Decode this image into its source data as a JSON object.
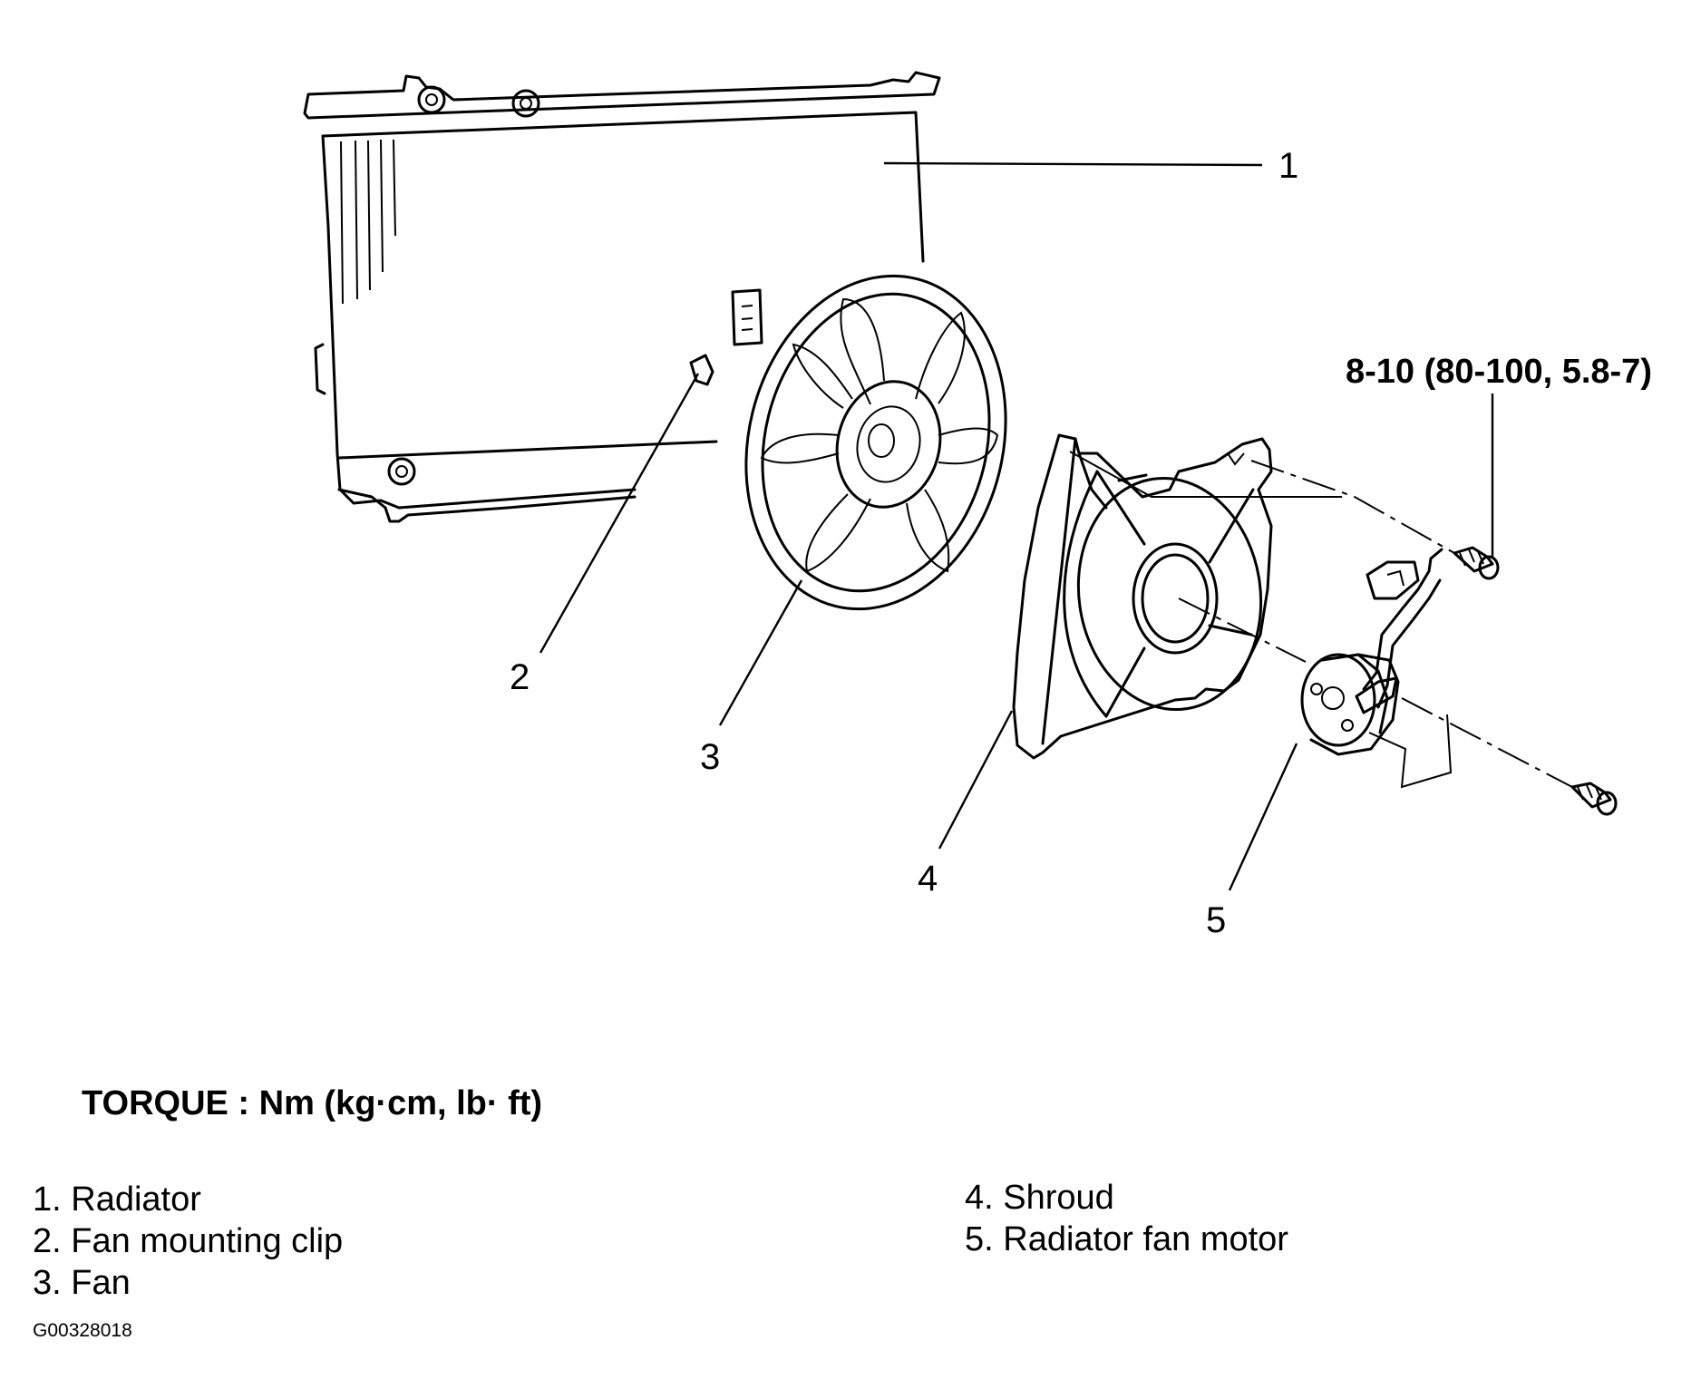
{
  "callouts": {
    "c1": "1",
    "c2": "2",
    "c3": "3",
    "c4": "4",
    "c5": "5"
  },
  "torque_value": "8-10 (80-100, 5.8-7)",
  "torque_title": "TORQUE : Nm (kg·cm, lb· ft)",
  "legend": {
    "col1": [
      "1. Radiator",
      "2. Fan mounting clip",
      "3. Fan"
    ],
    "col2": [
      "4. Shroud",
      "5. Radiator fan motor"
    ]
  },
  "figure_id": "G00328018"
}
